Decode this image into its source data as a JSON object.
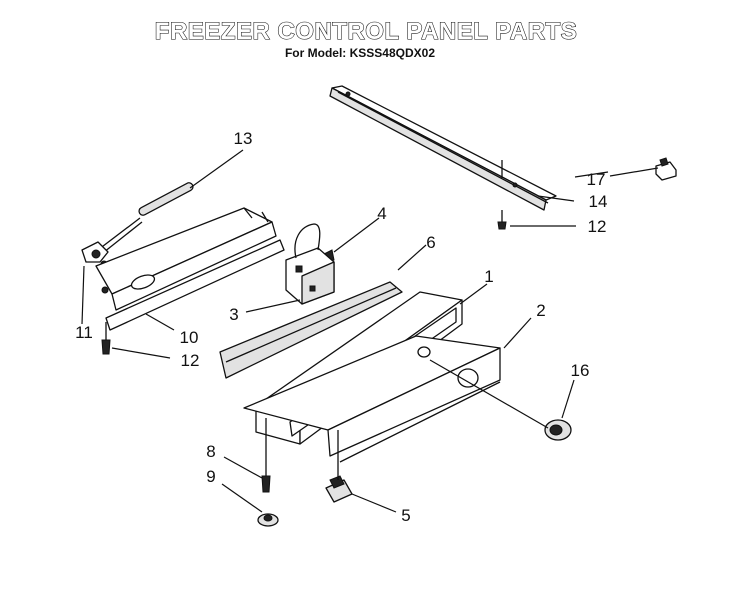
{
  "header": {
    "title": "FREEZER CONTROL PANEL PARTS",
    "subtitle": "For Model: KSSS48QDX02"
  },
  "callouts": [
    {
      "id": "1",
      "label": "1"
    },
    {
      "id": "2",
      "label": "2"
    },
    {
      "id": "3",
      "label": "3"
    },
    {
      "id": "4",
      "label": "4"
    },
    {
      "id": "5",
      "label": "5"
    },
    {
      "id": "6",
      "label": "6"
    },
    {
      "id": "8",
      "label": "8"
    },
    {
      "id": "9",
      "label": "9"
    },
    {
      "id": "10",
      "label": "10"
    },
    {
      "id": "11",
      "label": "11"
    },
    {
      "id": "12a",
      "label": "12"
    },
    {
      "id": "12b",
      "label": "12"
    },
    {
      "id": "13",
      "label": "13"
    },
    {
      "id": "14",
      "label": "14"
    },
    {
      "id": "16",
      "label": "16"
    },
    {
      "id": "17",
      "label": "17"
    }
  ]
}
